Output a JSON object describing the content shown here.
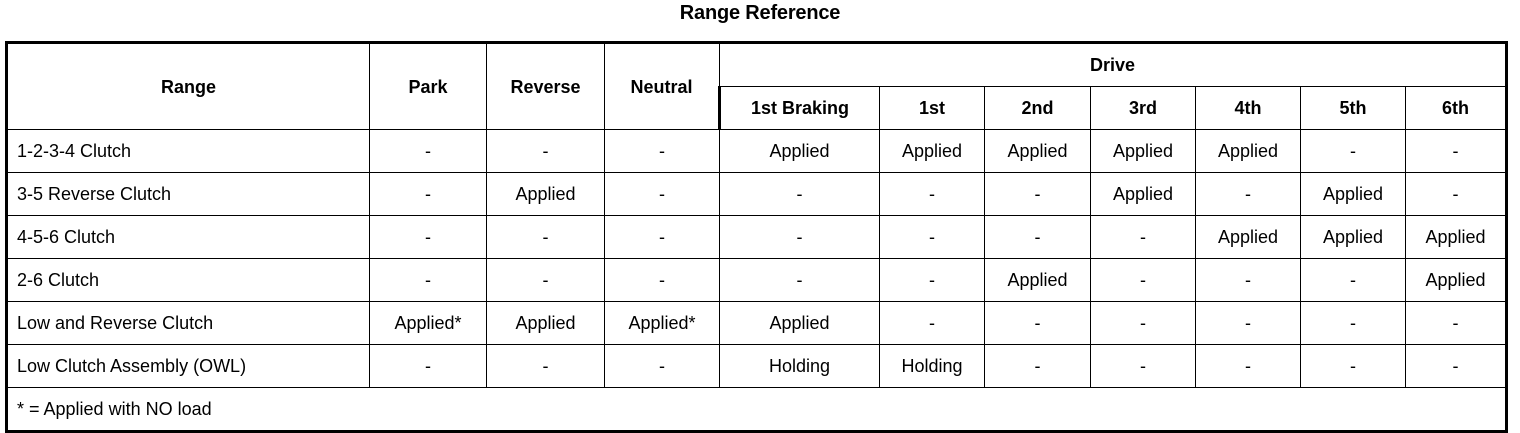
{
  "title": "Range Reference",
  "table": {
    "range_header": "Range",
    "group_header": "Drive",
    "columns": [
      "Park",
      "Reverse",
      "Neutral",
      "1st Braking",
      "1st",
      "2nd",
      "3rd",
      "4th",
      "5th",
      "6th"
    ],
    "rows": [
      {
        "label": "1-2-3-4 Clutch",
        "cells": [
          "-",
          "-",
          "-",
          "Applied",
          "Applied",
          "Applied",
          "Applied",
          "Applied",
          "-",
          "-"
        ]
      },
      {
        "label": "3-5 Reverse Clutch",
        "cells": [
          "-",
          "Applied",
          "-",
          "-",
          "-",
          "-",
          "Applied",
          "-",
          "Applied",
          "-"
        ]
      },
      {
        "label": "4-5-6 Clutch",
        "cells": [
          "-",
          "-",
          "-",
          "-",
          "-",
          "-",
          "-",
          "Applied",
          "Applied",
          "Applied"
        ]
      },
      {
        "label": "2-6 Clutch",
        "cells": [
          "-",
          "-",
          "-",
          "-",
          "-",
          "Applied",
          "-",
          "-",
          "-",
          "Applied"
        ]
      },
      {
        "label": "Low and Reverse Clutch",
        "cells": [
          "Applied*",
          "Applied",
          "Applied*",
          "Applied",
          "-",
          "-",
          "-",
          "-",
          "-",
          "-"
        ]
      },
      {
        "label": "Low Clutch Assembly (OWL)",
        "cells": [
          "-",
          "-",
          "-",
          "Holding",
          "Holding",
          "-",
          "-",
          "-",
          "-",
          "-"
        ]
      }
    ],
    "footnote": "* = Applied with NO load"
  },
  "colors": {
    "text": "#000000",
    "border": "#000000",
    "background": "#ffffff"
  }
}
